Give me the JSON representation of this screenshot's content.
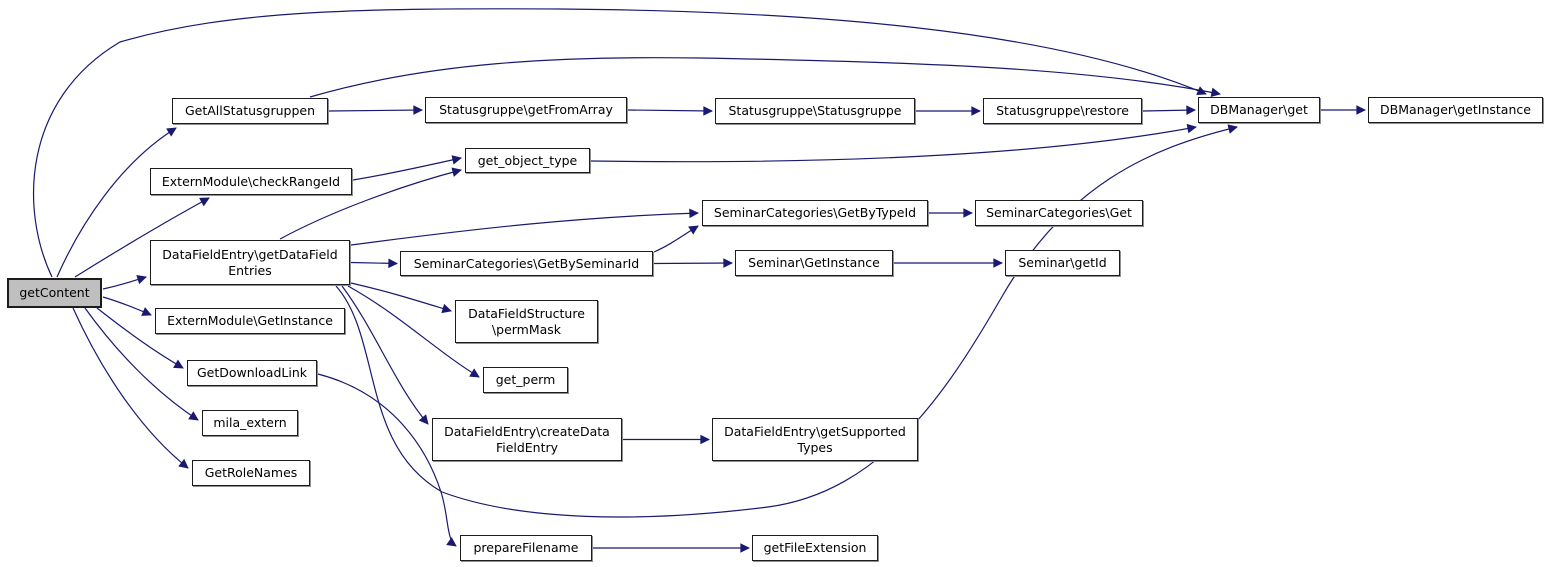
{
  "diagram": {
    "kind": "call-graph",
    "root_function": "getContent"
  },
  "colors": {
    "edge": "#191970",
    "node_fill": "#ffffff",
    "node_border": "#1c1c1c",
    "root_fill": "#bfbfbf",
    "background": "#ffffff"
  },
  "nodes": [
    {
      "id": "getContent",
      "label": "getContent",
      "current": true
    },
    {
      "id": "GetAllStatusgruppen",
      "label": "GetAllStatusgruppen"
    },
    {
      "id": "getFromArray",
      "label": "Statusgruppe\\getFromArray"
    },
    {
      "id": "Statusgruppe",
      "label": "Statusgruppe\\Statusgruppe"
    },
    {
      "id": "restore",
      "label": "Statusgruppe\\restore"
    },
    {
      "id": "DBManager_get",
      "label": "DBManager\\get"
    },
    {
      "id": "DBManager_getInstance",
      "label": "DBManager\\getInstance"
    },
    {
      "id": "get_object_type",
      "label": "get_object_type"
    },
    {
      "id": "checkRangeId",
      "label": "ExternModule\\checkRangeId"
    },
    {
      "id": "getDataFieldEntries",
      "label": "DataFieldEntry\\getDataField\nEntries"
    },
    {
      "id": "GetByTypeId",
      "label": "SeminarCategories\\GetByTypeId"
    },
    {
      "id": "SeminarCategories_Get",
      "label": "SeminarCategories\\Get"
    },
    {
      "id": "GetBySeminarId",
      "label": "SeminarCategories\\GetBySeminarId"
    },
    {
      "id": "Seminar_GetInstance",
      "label": "Seminar\\GetInstance"
    },
    {
      "id": "Seminar_getId",
      "label": "Seminar\\getId"
    },
    {
      "id": "ExternModule_GetInstance",
      "label": "ExternModule\\GetInstance"
    },
    {
      "id": "permMask",
      "label": "DataFieldStructure\n\\permMask"
    },
    {
      "id": "GetDownloadLink",
      "label": "GetDownloadLink"
    },
    {
      "id": "get_perm",
      "label": "get_perm"
    },
    {
      "id": "mila_extern",
      "label": "mila_extern"
    },
    {
      "id": "createDataFieldEntry",
      "label": "DataFieldEntry\\createData\nFieldEntry"
    },
    {
      "id": "getSupportedTypes",
      "label": "DataFieldEntry\\getSupported\nTypes"
    },
    {
      "id": "GetRoleNames",
      "label": "GetRoleNames"
    },
    {
      "id": "prepareFilename",
      "label": "prepareFilename"
    },
    {
      "id": "getFileExtension",
      "label": "getFileExtension"
    }
  ],
  "edges": [
    {
      "from": "getContent",
      "to": "DBManager_get"
    },
    {
      "from": "getContent",
      "to": "GetAllStatusgruppen"
    },
    {
      "from": "getContent",
      "to": "checkRangeId"
    },
    {
      "from": "getContent",
      "to": "getDataFieldEntries"
    },
    {
      "from": "getContent",
      "to": "ExternModule_GetInstance"
    },
    {
      "from": "getContent",
      "to": "GetDownloadLink"
    },
    {
      "from": "getContent",
      "to": "mila_extern"
    },
    {
      "from": "getContent",
      "to": "GetRoleNames"
    },
    {
      "from": "GetAllStatusgruppen",
      "to": "getFromArray"
    },
    {
      "from": "GetAllStatusgruppen",
      "to": "DBManager_get"
    },
    {
      "from": "getFromArray",
      "to": "Statusgruppe"
    },
    {
      "from": "Statusgruppe",
      "to": "restore"
    },
    {
      "from": "restore",
      "to": "DBManager_get"
    },
    {
      "from": "DBManager_get",
      "to": "DBManager_getInstance"
    },
    {
      "from": "checkRangeId",
      "to": "get_object_type"
    },
    {
      "from": "get_object_type",
      "to": "DBManager_get"
    },
    {
      "from": "getDataFieldEntries",
      "to": "get_object_type"
    },
    {
      "from": "getDataFieldEntries",
      "to": "GetByTypeId"
    },
    {
      "from": "getDataFieldEntries",
      "to": "GetBySeminarId"
    },
    {
      "from": "getDataFieldEntries",
      "to": "permMask"
    },
    {
      "from": "getDataFieldEntries",
      "to": "get_perm"
    },
    {
      "from": "getDataFieldEntries",
      "to": "createDataFieldEntry"
    },
    {
      "from": "getDataFieldEntries",
      "to": "DBManager_get"
    },
    {
      "from": "GetByTypeId",
      "to": "SeminarCategories_Get"
    },
    {
      "from": "GetBySeminarId",
      "to": "GetByTypeId"
    },
    {
      "from": "GetBySeminarId",
      "to": "Seminar_GetInstance"
    },
    {
      "from": "Seminar_GetInstance",
      "to": "Seminar_getId"
    },
    {
      "from": "createDataFieldEntry",
      "to": "getSupportedTypes"
    },
    {
      "from": "GetDownloadLink",
      "to": "prepareFilename"
    },
    {
      "from": "prepareFilename",
      "to": "getFileExtension"
    }
  ]
}
